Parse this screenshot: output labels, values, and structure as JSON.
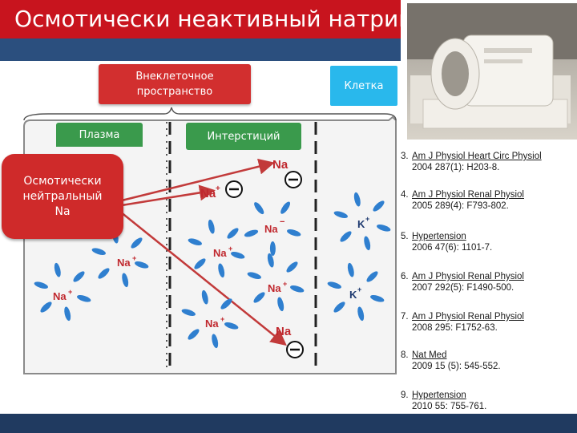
{
  "title": "Осмотически неактивный натрий",
  "boxes": {
    "extracellular_line1": "Внеклеточное",
    "extracellular_line2": "пространство",
    "cell": "Клетка",
    "plasma": "Плазма",
    "interstitium": "Интерстиций"
  },
  "callout": {
    "line1": "Осмотически",
    "line2": "нейтральный",
    "line3": "Na"
  },
  "ions": {
    "na": "Na",
    "k": "K",
    "plus": "+",
    "minus": "−"
  },
  "references": [
    {
      "num": "3.",
      "journal": "Am J Physiol Heart Circ Physiol",
      "cite": "2004 287(1): H203-8."
    },
    {
      "num": "4.",
      "journal": "Am J Physiol Renal Physiol",
      "cite": "2005 289(4): F793-802."
    },
    {
      "num": "5.",
      "journal": "Hypertension",
      "cite": "2006 47(6): 1101-7."
    },
    {
      "num": "6.",
      "journal": "Am J Physiol Renal Physiol",
      "cite": "2007 292(5): F1490-500."
    },
    {
      "num": "7.",
      "journal": "Am J Physiol Renal Physiol",
      "cite": "2008 295: F1752-63."
    },
    {
      "num": "8.",
      "journal": "Nat Med",
      "cite": "2009 15 (5): 545-552."
    },
    {
      "num": "9.",
      "journal": "Hypertension",
      "cite": "2010 55: 755-761."
    }
  ],
  "colors": {
    "title_red": "#c8141e",
    "accent_blue": "#2b4f7e",
    "cell_blue": "#29b8ec",
    "plasma_green": "#3a9a4c",
    "na_red": "#c0282e",
    "petal_blue": "#2f7fcf",
    "arrow_red": "#c23a3a"
  }
}
